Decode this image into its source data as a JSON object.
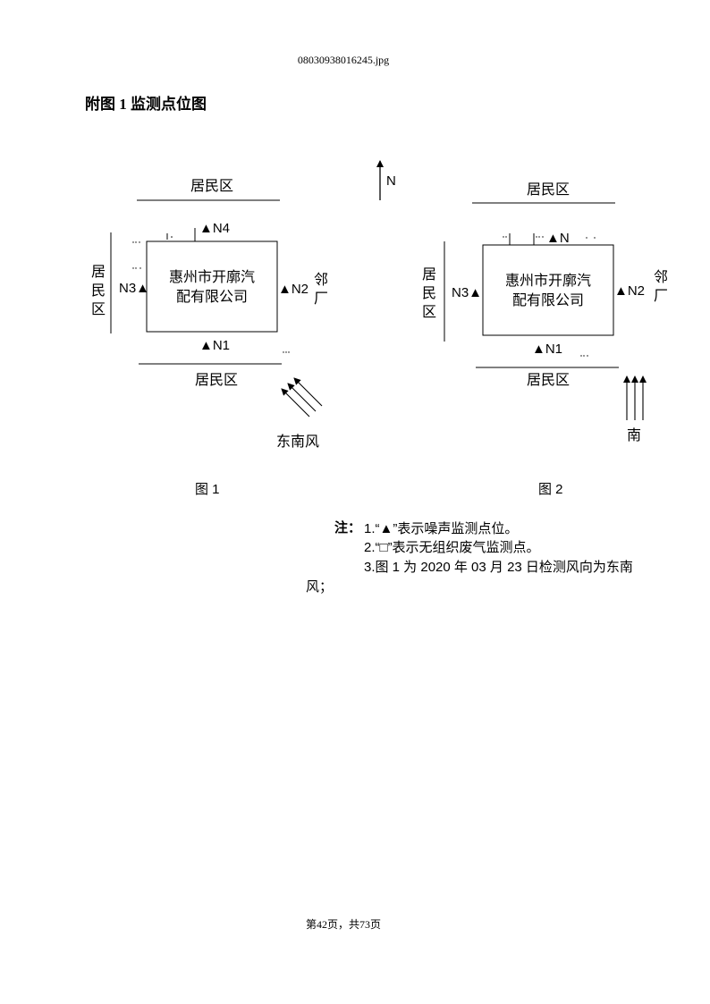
{
  "header": {
    "filename": "08030938016245.jpg"
  },
  "title": "附图 1 监测点位图",
  "compass": {
    "north_label": "N"
  },
  "figure1": {
    "top_area": "居民区",
    "left_area": "居民区",
    "right_area": "邻厂",
    "bottom_area": "居民区",
    "company_line1": "惠州市开廓汽",
    "company_line2": "配有限公司",
    "points": {
      "n1": "▲N1",
      "n2": "▲N2",
      "n3": "N3▲",
      "n4": "▲N4"
    },
    "wind_label": "东南风",
    "caption": "图 1"
  },
  "figure2": {
    "top_area": "居民区",
    "left_area": "居民区",
    "right_area": "邻厂",
    "bottom_area": "居民区",
    "company_line1": "惠州市开廓汽",
    "company_line2": "配有限公司",
    "points": {
      "n1": "▲N1",
      "n2": "▲N2",
      "n3": "N3▲",
      "n4": "▲N"
    },
    "wind_label": "南",
    "caption": "图 2"
  },
  "notes": {
    "label": "注：",
    "items": [
      "1.“▲”表示噪声监测点位。",
      "2.“□”表示无组织废气监测点。",
      "3.图 1 为 2020 年 03 月 23 日检测风向为东南"
    ],
    "continuation": "风；"
  },
  "footer": {
    "page": "第42页，共73页"
  },
  "icons": {
    "north": "north-arrow-icon",
    "wind": "wind-direction-arrow-icon",
    "noise_point": "triangle-marker-icon",
    "gas_point": "square-marker-icon"
  }
}
